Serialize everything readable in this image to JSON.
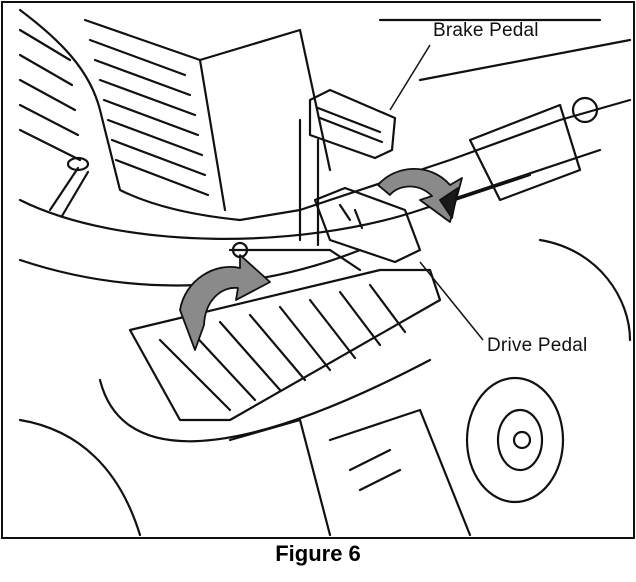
{
  "figure": {
    "callouts": {
      "brake_pedal": "Brake Pedal",
      "drive_pedal": "Drive Pedal"
    },
    "caption": "Figure 6"
  },
  "colors": {
    "line": "#111111",
    "arrow_fill": "#8a8a8a",
    "arrow_dark": "#1a1a1a",
    "background": "#ffffff"
  }
}
